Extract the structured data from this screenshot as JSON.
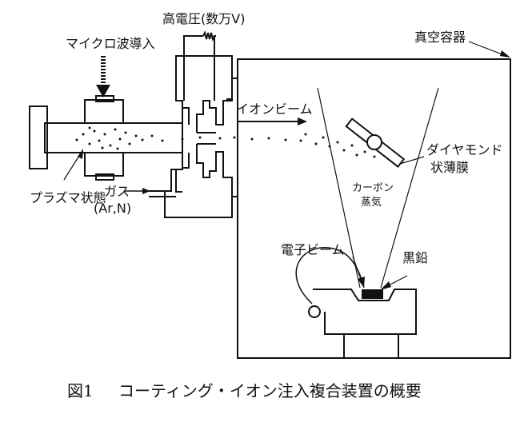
{
  "labels": {
    "high_voltage": "高電圧(数万V)",
    "microwave": "マイクロ波導入",
    "vacuum_chamber": "真空容器",
    "ion_beam": "イオンビーム",
    "diamond_film_1": "ダイヤモンド",
    "diamond_film_2": "状薄膜",
    "carbon_vapor_1": "カーボン",
    "carbon_vapor_2": "蒸気",
    "plasma": "プラズマ状態",
    "gas": "ガス",
    "gas_species": "(Ar,N)",
    "electron_beam": "電子ビーム",
    "graphite": "黒鉛"
  },
  "caption": {
    "number": "図1",
    "text": "コーティング・イオン注入複合装置の概要"
  },
  "colors": {
    "ink": "#111111",
    "background": "#ffffff"
  }
}
